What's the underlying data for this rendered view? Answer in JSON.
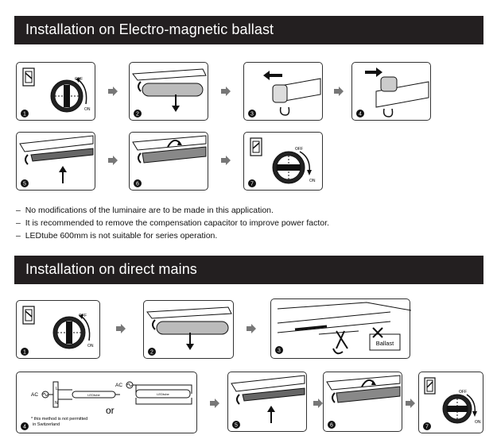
{
  "section1": {
    "title": "Installation on Electro-magnetic ballast",
    "steps": [
      "1",
      "2",
      "3",
      "4",
      "5",
      "6",
      "7"
    ],
    "switch_labels": {
      "off": "OFF",
      "on": "ON"
    }
  },
  "notes": [
    "No modifications of the luminaire are to be made in this application.",
    "It is recommended to remove the compensation capacitor to improve power factor.",
    "LEDtube 600mm is not suitable for series operation."
  ],
  "note_dash": "–",
  "section2": {
    "title": "Installation on direct mains",
    "steps": [
      "1",
      "2",
      "3",
      "4",
      "5",
      "6",
      "7"
    ],
    "switch_labels": {
      "off": "OFF",
      "on": "ON"
    },
    "ballast_label": "Ballast",
    "wiring": {
      "ac": "AC",
      "l": "L",
      "n": "N",
      "tube_label": "LEDtube",
      "or": "or",
      "footnote_line1": "* this method is not permitted",
      "footnote_line2": "in Switzerland"
    }
  }
}
